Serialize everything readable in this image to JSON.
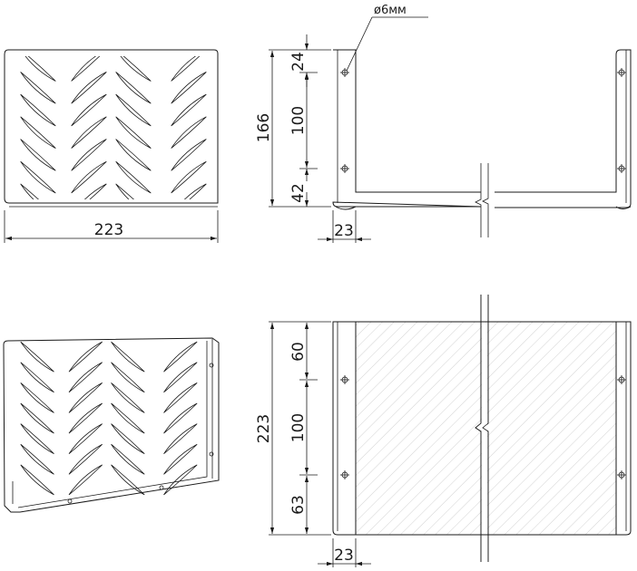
{
  "dimensions": {
    "front_width": "223",
    "side_total_height": "166",
    "side_top": "24",
    "side_mid": "100",
    "side_bottom": "42",
    "side_flange": "23",
    "hole_diameter": "ø6мм",
    "plan_total": "223",
    "plan_top": "60",
    "plan_mid": "100",
    "plan_bottom": "63",
    "plan_flange": "23"
  }
}
